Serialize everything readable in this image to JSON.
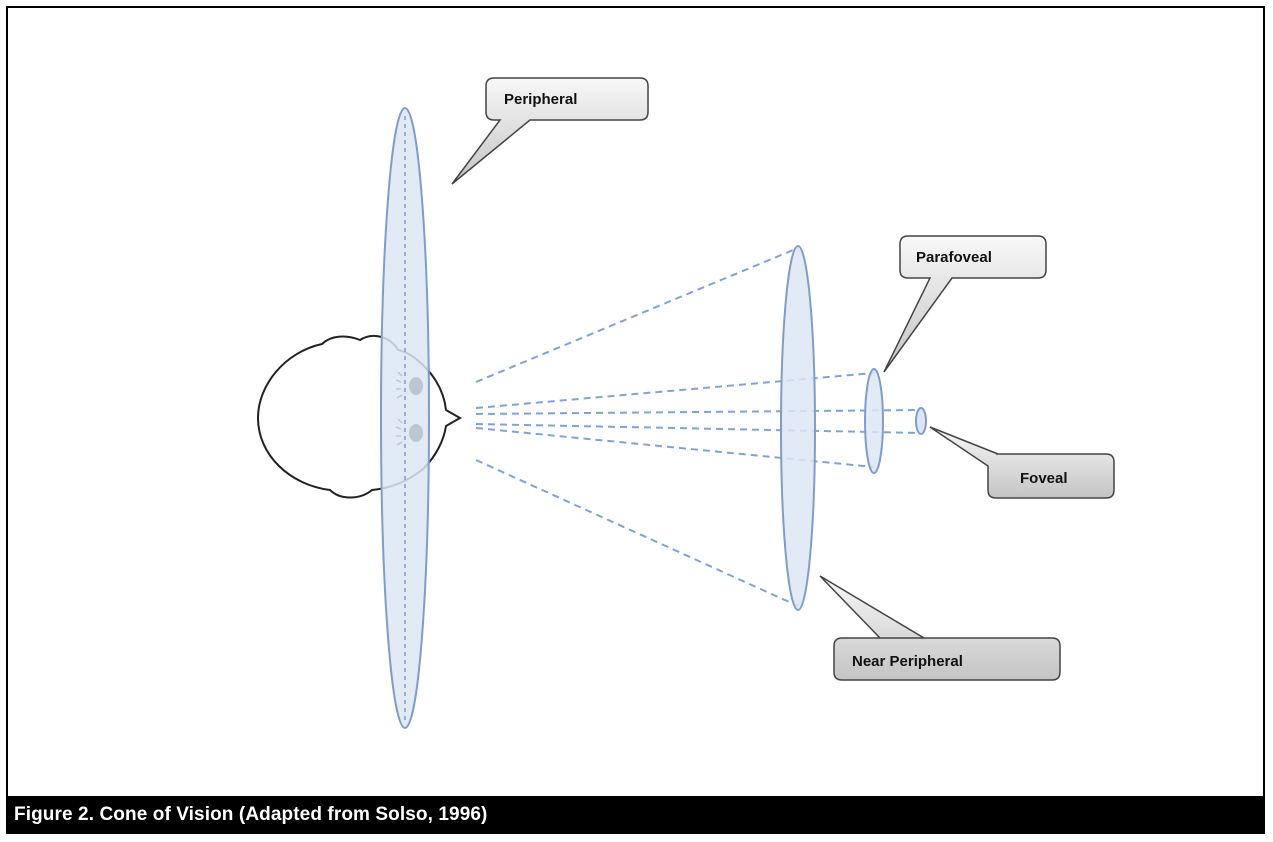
{
  "figure": {
    "caption": "Figure 2. Cone of Vision (Adapted from Solso, 1996)"
  },
  "labels": {
    "peripheral": "Peripheral",
    "parafoveal": "Parafoveal",
    "foveal": "Foveal",
    "near_peripheral": "Near Peripheral"
  },
  "colors": {
    "ellipse_fill": "#dde6f4",
    "ellipse_stroke": "#7f9dc8",
    "dash_line": "#7fa3d6",
    "callout_fill_top": "#f7f7f7",
    "callout_fill_bottom": "#c9c9c9",
    "callout_stroke": "#555555",
    "caption_bg": "#000000",
    "caption_text": "#ffffff"
  }
}
